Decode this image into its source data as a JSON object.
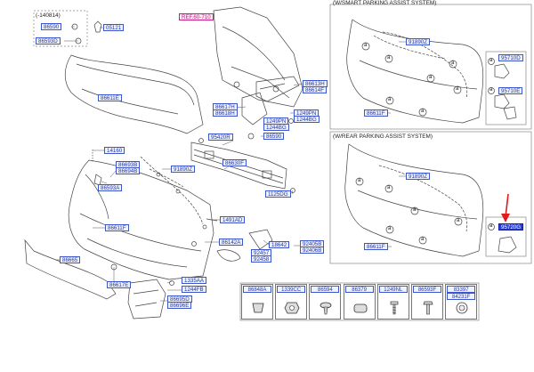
{
  "date_note": "(-140814)",
  "sections": {
    "smart": "(W/SMART PARKING ASSIST SYSTEM)",
    "rear": "(W/REAR PARKING ASSIST SYSTEM)"
  },
  "ref_label": "REF.60-710",
  "callout_letter": "a",
  "labels": {
    "p86590a": "86590",
    "p86593d": "86593D",
    "p05121": "05121",
    "p86611e": "86611E",
    "p86613h": "86613H",
    "p86614f": "86614F",
    "p86617h": "86617H",
    "p86618h": "86618H",
    "p1249pn": "1249PN",
    "p1244bg": "1244BG",
    "p1249pn_b": "1249PN",
    "p1244bg_b": "1244BG",
    "p86590b": "86590",
    "p95420r": "95420R",
    "p14160": "14160",
    "p86693b": "86693B",
    "p86694b": "86694B",
    "p91890z_left": "91890Z",
    "p86630f": "86630F",
    "p86593a": "86593A",
    "p1125dg": "1125DG",
    "p1491ad": "1491AD",
    "p86611f_left": "86611F",
    "p86142a": "86142A",
    "p18642": "18642",
    "p92405b": "92405B",
    "p92406b": "92406B",
    "p92457": "92457",
    "p92458": "92458",
    "p86665": "86665",
    "p1335aa": "1335AA",
    "p1244fb": "1244FB",
    "p86617e": "86617E",
    "p86695d": "86695D",
    "p86696e": "86696E",
    "p91890z_smart": "91890Z",
    "p86611f_smart": "86611F",
    "p95710d": "95710D",
    "p95710e": "95710E",
    "p91890z_rear": "91890Z",
    "p86611f_rear": "86611F",
    "p95720g": "95720G"
  },
  "legend": [
    {
      "code": "86848A",
      "icon": "clip-icon"
    },
    {
      "code": "1339CC",
      "icon": "nut-icon"
    },
    {
      "code": "86594",
      "icon": "push-pin-icon"
    },
    {
      "code": "86379",
      "icon": "pad-icon"
    },
    {
      "code": "1249NL",
      "icon": "screw-icon"
    },
    {
      "code": "86593F",
      "icon": "bolt-icon"
    },
    {
      "code": "83397",
      "code2": "84231F",
      "icon": "grommet-icon"
    }
  ]
}
